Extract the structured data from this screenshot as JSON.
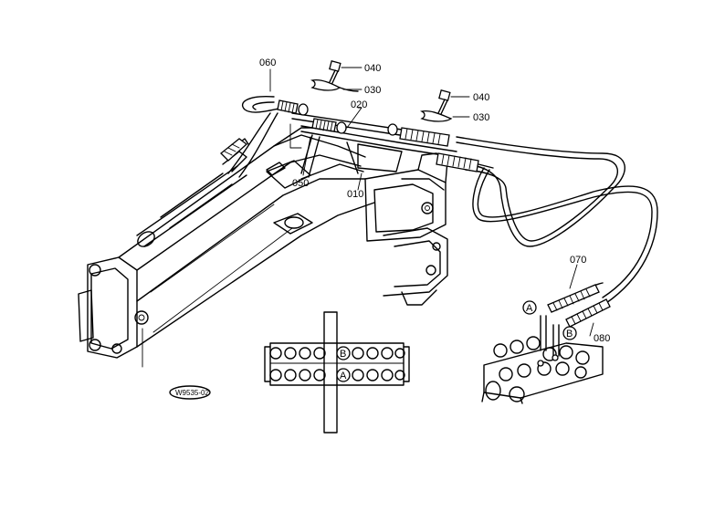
{
  "callouts": {
    "c010": "010",
    "c020": "020",
    "c030a": "030",
    "c030b": "030",
    "c040a": "040",
    "c040b": "040",
    "c050": "050",
    "c060": "060",
    "c070": "070",
    "c080": "080"
  },
  "markers": {
    "port_a": "A",
    "port_b": "B",
    "valve_a": "A",
    "valve_b": "B"
  },
  "drawing_code": "W9535-02"
}
